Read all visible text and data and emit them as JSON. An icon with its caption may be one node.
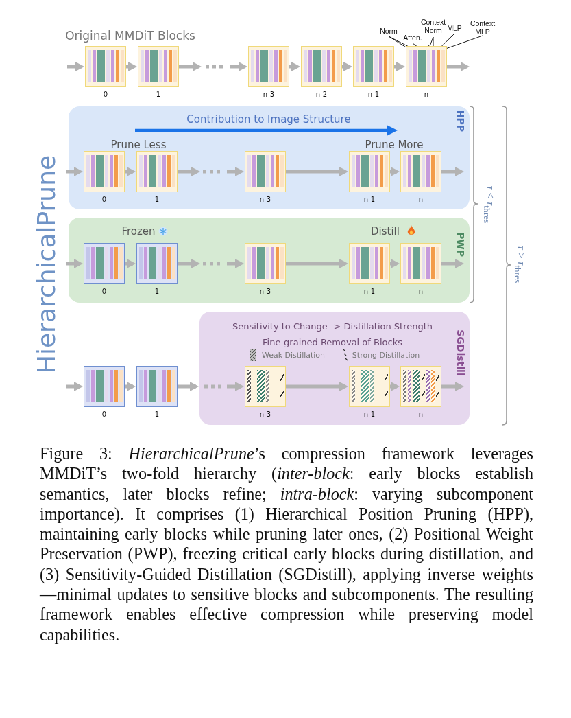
{
  "diagram": {
    "caption": "Figure 3: *HierarchicalPrune*’s compression framework leverages MMDiT’s two-fold hierarchy (*inter-block*: early blocks establish semantics, later blocks refine; *intra-block*: varying subcomponent importance). It comprises (1) Hierarchical Position Pruning (HPP), maintaining early blocks while pruning later ones, (2) Positional Weight Preservation (PWP), freezing critical early blocks during distillation, and (3) Sensitivity-Guided Distillation (SGDistill), applying inverse weights—minimal updates to sensitive blocks and subcomponents. The resulting framework enables effective compression while preserving model capabilities.",
    "nodes": [
      {
        "text": [],
        "shape": "box",
        "beside": [
          "0"
        ]
      },
      {
        "text": [],
        "shape": "box",
        "beside": [
          "1"
        ]
      },
      {
        "text": [],
        "shape": "box",
        "beside": [
          "n-3"
        ]
      },
      {
        "text": [],
        "shape": "box",
        "beside": [
          "n-2"
        ]
      },
      {
        "text": [],
        "shape": "box",
        "beside": [
          "n-1"
        ]
      },
      {
        "text": [],
        "shape": "box",
        "beside": [
          "n"
        ]
      },
      {
        "text": [],
        "shape": "bar",
        "in": 5
      },
      {
        "text": [],
        "shape": "bar",
        "in": 5
      },
      {
        "text": [],
        "shape": "bar",
        "in": 5
      },
      {
        "text": [],
        "shape": "bar",
        "in": 5
      },
      {
        "text": [],
        "shape": "bar",
        "in": 5
      },
      {
        "text": [],
        "shape": "bar",
        "in": 5
      },
      {
        "text": [],
        "shape": "bar",
        "in": 5
      },
      {
        "text": [
          "Norm"
        ]
      },
      {
        "text": [
          "Atten."
        ]
      },
      {
        "text": [
          "Context Norm"
        ]
      },
      {
        "text": [
          "MLP"
        ]
      },
      {
        "text": [
          "Context MLP"
        ]
      },
      {
        "text": [
          "HPP",
          "Contribution to Image Structure",
          "Prune Less",
          "Prune More"
        ]
      },
      {
        "text": [],
        "shape": "box",
        "beside": [
          "0"
        ],
        "in": 18
      },
      {
        "text": [],
        "shape": "box",
        "beside": [
          "1"
        ],
        "in": 18
      },
      {
        "text": [],
        "shape": "box",
        "beside": [
          "n-3"
        ],
        "in": 18
      },
      {
        "text": [],
        "shape": "box",
        "beside": [
          "n-1"
        ],
        "in": 18
      },
      {
        "text": [],
        "shape": "box",
        "beside": [
          "n"
        ],
        "in": 18
      },
      {
        "text": [
          "PWP",
          "Frozen",
          "Distill"
        ]
      },
      {
        "text": [],
        "shape": "box",
        "beside": [
          "0"
        ],
        "in": 24
      },
      {
        "text": [],
        "shape": "box",
        "beside": [
          "1"
        ],
        "in": 24
      },
      {
        "text": [],
        "shape": "box",
        "beside": [
          "n-3"
        ],
        "in": 24
      },
      {
        "text": [],
        "shape": "box",
        "beside": [
          "n-1"
        ],
        "in": 24
      },
      {
        "text": [],
        "shape": "box",
        "beside": [
          "n"
        ],
        "in": 24
      },
      {
        "text": [
          "SGDistill",
          "Sensitivity to Change -> Distillation Strength",
          "Fine-grained Removal of Blocks",
          "Weak Distillation",
          "Strong Distillation"
        ]
      },
      {
        "text": [],
        "shape": "box",
        "beside": [
          "0"
        ]
      },
      {
        "text": [],
        "shape": "box",
        "beside": [
          "1"
        ]
      },
      {
        "text": [],
        "shape": "box",
        "beside": [
          "n-3"
        ],
        "in": 30
      },
      {
        "text": [],
        "shape": "box",
        "beside": [
          "n-1"
        ],
        "in": 30
      },
      {
        "text": [],
        "shape": "box",
        "beside": [
          "n"
        ],
        "in": 30
      }
    ],
    "edges": [
      {
        "from": null,
        "to": 0,
        "arrow": "to"
      },
      {
        "from": 0,
        "to": 1,
        "arrow": "to"
      },
      {
        "from": 1,
        "to": null,
        "arrow": "to"
      },
      {
        "from": null,
        "to": 2,
        "arrow": "to"
      },
      {
        "from": 2,
        "to": 3,
        "arrow": "to"
      },
      {
        "from": 3,
        "to": 4,
        "arrow": "to"
      },
      {
        "from": 4,
        "to": 5,
        "arrow": "to"
      },
      {
        "from": 5,
        "to": null,
        "arrow": "to"
      },
      {
        "from": 13,
        "to": 6,
        "arrow": "to",
        "color": "#000000"
      },
      {
        "from": 13,
        "to": 7,
        "arrow": "to",
        "color": "#000000"
      },
      {
        "from": 14,
        "to": 8,
        "arrow": "to",
        "color": "#000000"
      },
      {
        "from": 15,
        "to": 9,
        "arrow": "to",
        "color": "#000000"
      },
      {
        "from": 15,
        "to": 10,
        "arrow": "to",
        "color": "#000000"
      },
      {
        "from": 16,
        "to": 11,
        "arrow": "to",
        "color": "#000000"
      },
      {
        "from": 17,
        "to": 12,
        "arrow": "to",
        "color": "#000000"
      },
      {
        "from": null,
        "to": 19,
        "arrow": "to"
      },
      {
        "from": 19,
        "to": 20,
        "arrow": "to"
      },
      {
        "from": 20,
        "to": null,
        "arrow": "to"
      },
      {
        "from": null,
        "to": 21,
        "arrow": "to"
      },
      {
        "from": 21,
        "to": 22,
        "arrow": "to"
      },
      {
        "from": 22,
        "to": 23,
        "arrow": "to"
      },
      {
        "from": 23,
        "to": null,
        "arrow": "to"
      },
      {
        "from": null,
        "to": 25,
        "arrow": "to"
      },
      {
        "from": 25,
        "to": 26,
        "arrow": "to"
      },
      {
        "from": 26,
        "to": null,
        "arrow": "to"
      },
      {
        "from": null,
        "to": 27,
        "arrow": "to"
      },
      {
        "from": 27,
        "to": 28,
        "arrow": "to"
      },
      {
        "from": 28,
        "to": 29,
        "arrow": "to"
      },
      {
        "from": 29,
        "to": null,
        "arrow": "to"
      },
      {
        "from": null,
        "to": 31,
        "arrow": "to"
      },
      {
        "from": 31,
        "to": 32,
        "arrow": "to"
      },
      {
        "from": 32,
        "to": 30,
        "arrow": "to"
      },
      {
        "from": null,
        "to": 33,
        "arrow": "to"
      },
      {
        "from": 33,
        "to": 34,
        "arrow": "to"
      },
      {
        "from": 34,
        "to": 35,
        "arrow": "to"
      },
      {
        "from": 35,
        "to": null,
        "arrow": "to"
      }
    ],
    "labels": [
      "Original MMDiT Blocks",
      "HierarchicalPrune",
      "*τ* < *τ*$_{thres}$",
      "*τ* ≥ *τ*$_{thres}$"
    ]
  }
}
